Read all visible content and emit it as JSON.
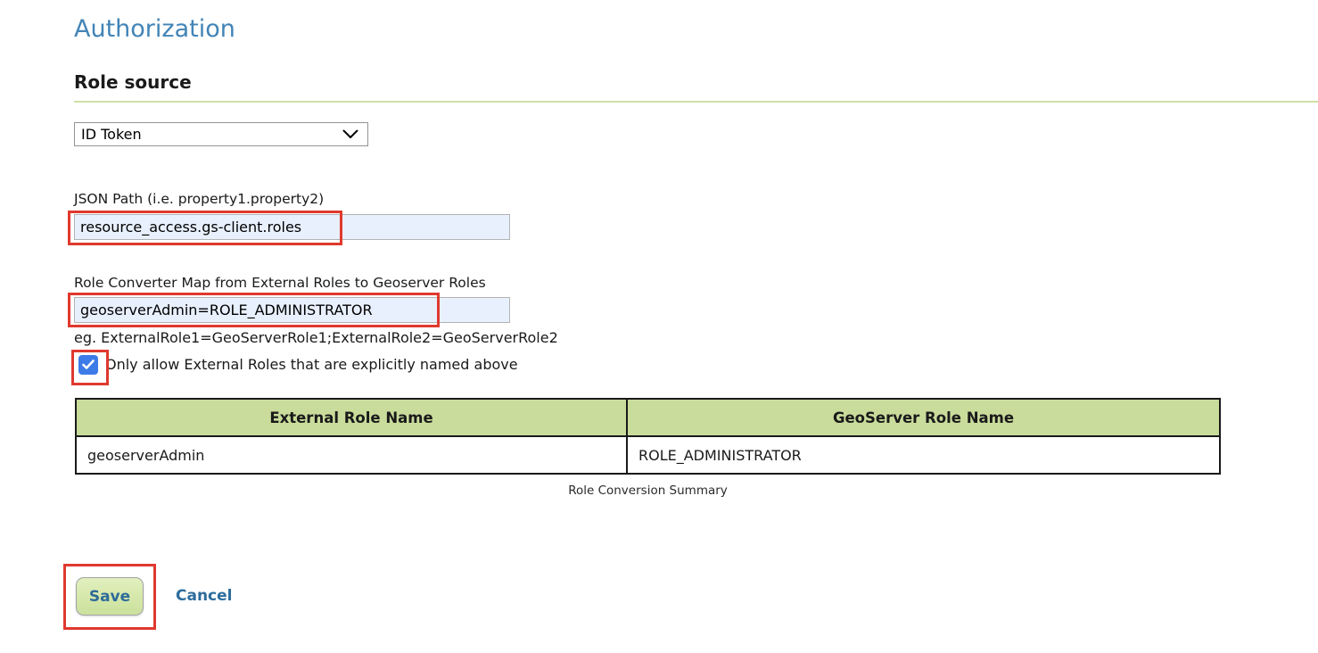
{
  "page": {
    "title": "Authorization",
    "section_legend": "Role source",
    "role_source_select": {
      "value": "ID Token"
    },
    "json_path": {
      "label": "JSON Path (i.e. property1.property2)",
      "value": "resource_access.gs-client.roles"
    },
    "role_converter": {
      "label": "Role Converter Map from External Roles to Geoserver Roles",
      "value": "geoserverAdmin=ROLE_ADMINISTRATOR",
      "hint": "eg. ExternalRole1=GeoServerRole1;ExternalRole2=GeoServerRole2"
    },
    "only_allow_checkbox": {
      "checked": true,
      "label": "Only allow External Roles that are explicitly named above"
    },
    "summary_table": {
      "headers": [
        "External Role Name",
        "GeoServer Role Name"
      ],
      "rows": [
        [
          "geoserverAdmin",
          "ROLE_ADMINISTRATOR"
        ]
      ],
      "caption": "Role Conversion Summary"
    },
    "buttons": {
      "save": "Save",
      "cancel": "Cancel"
    }
  },
  "icons": {
    "select_chevron": "chevron-down-icon",
    "checkbox_check": "checkmark-icon"
  },
  "colors": {
    "title_blue": "#4284b6",
    "link_blue": "#2d6c9c",
    "legend_underline_green": "#cfe0a5",
    "input_background": "#e8f0fe",
    "table_header_green": "#c9dc9b",
    "checkbox_blue": "#3d7be8",
    "annotation_red": "#e0392e",
    "save_button_green": "#d6e8ab"
  }
}
